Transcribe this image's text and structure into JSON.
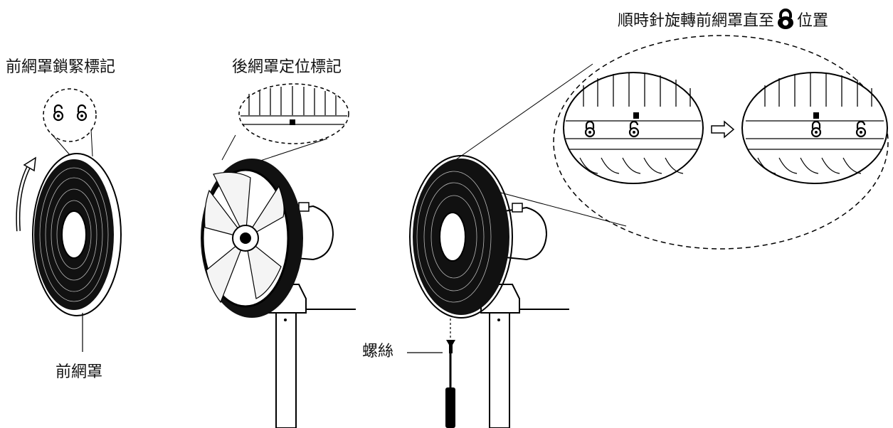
{
  "labels": {
    "front_lock_marks": "前網罩鎖緊標記",
    "rear_locating_mark": "後網罩定位標記",
    "instruction_before": "順時針旋轉前網罩直至",
    "instruction_after": "位置",
    "front_guard": "前網罩",
    "screw": "螺絲"
  },
  "icons": [
    "locked-padlock-icon",
    "unlocked-padlock-icon",
    "arrow-right-icon",
    "curved-arrow-icon",
    "screwdriver-icon"
  ]
}
